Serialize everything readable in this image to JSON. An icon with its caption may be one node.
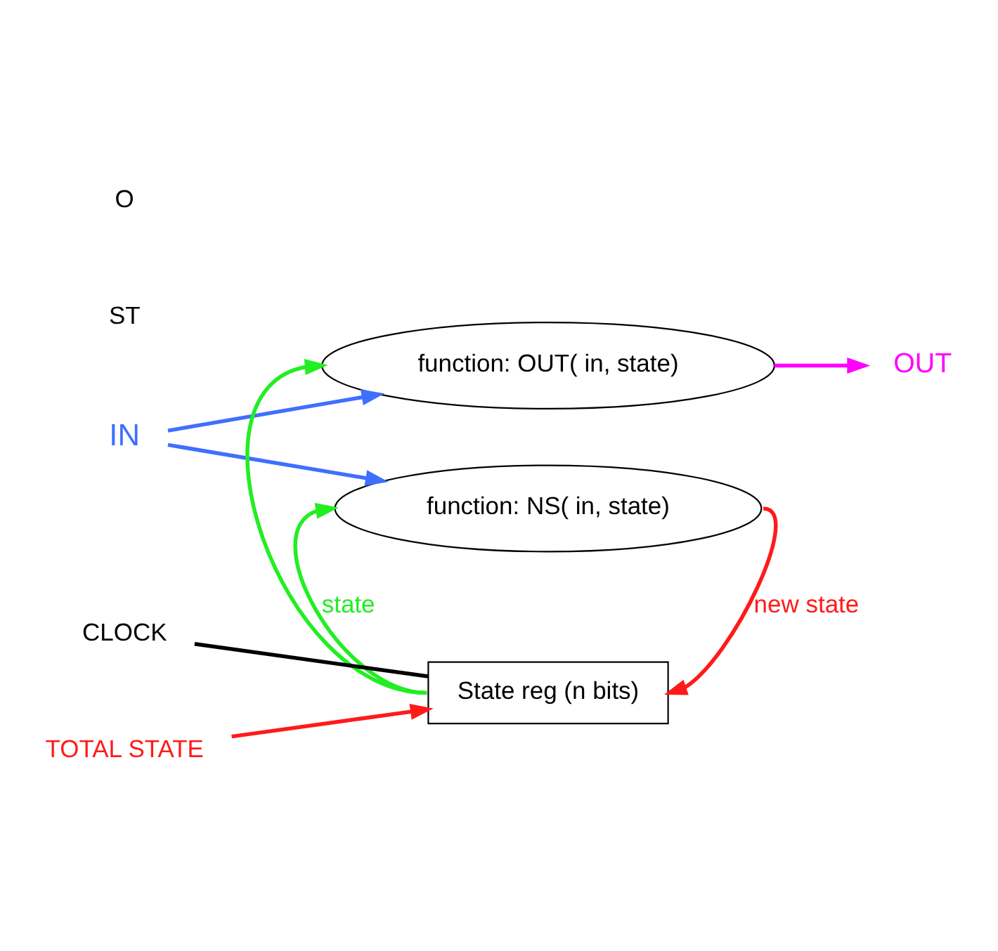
{
  "diagram": {
    "nodes": [
      {
        "text": [
          "IN"
        ]
      },
      {
        "text": [
          "function: OUT( in, state)"
        ]
      },
      {
        "text": [
          "function: NS( in, state)"
        ]
      },
      {
        "text": [
          "OUT"
        ]
      },
      {
        "text": [
          "State reg (n bits)"
        ]
      },
      {
        "text": [
          "CLOCK"
        ]
      },
      {
        "text": [
          "TOTAL STATE"
        ]
      }
    ],
    "edges": [
      {
        "from": 0,
        "to": 1,
        "arrow": "to",
        "color": "#3f6fff"
      },
      {
        "from": 0,
        "to": 2,
        "arrow": "to",
        "color": "#3f6fff"
      },
      {
        "from": 4,
        "to": 1,
        "arrow": "to",
        "color": "#22ee22"
      },
      {
        "from": 4,
        "to": 2,
        "arrow": "to",
        "color": "#22ee22",
        "label": "state"
      },
      {
        "from": 1,
        "to": 3,
        "arrow": "to",
        "color": "#ff00ff"
      },
      {
        "from": 2,
        "to": 4,
        "arrow": "to",
        "color": "#ff1a1a",
        "label": "new state"
      },
      {
        "from": 5,
        "to": 4,
        "arrow": "none",
        "color": "#000000"
      },
      {
        "from": 6,
        "to": 4,
        "arrow": "to",
        "color": "#ff1a1a"
      }
    ],
    "labels": [
      "ST",
      "O"
    ]
  }
}
